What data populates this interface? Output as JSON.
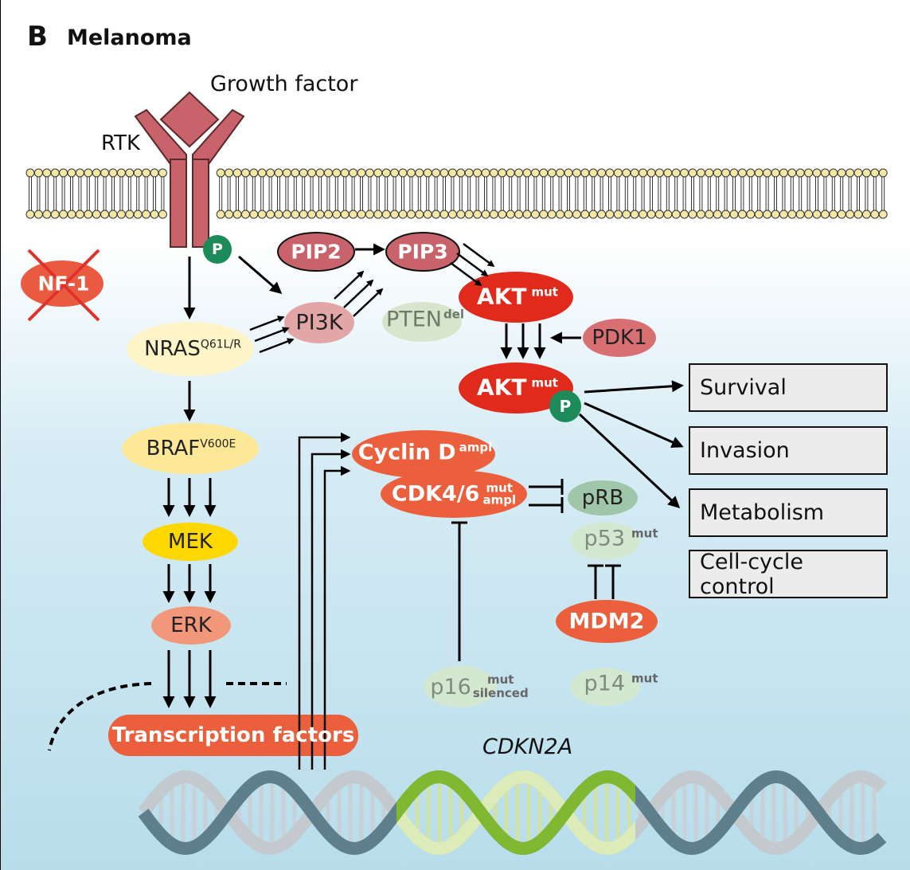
{
  "panel": {
    "letter": "B",
    "title": "Melanoma"
  },
  "membrane": {
    "ligand_label": "Growth factor",
    "receptor_label": "RTK"
  },
  "nodes": {
    "p_rtk": "P",
    "nf1": "NF-1",
    "pip2": "PIP2",
    "pip3": "PIP3",
    "akt1": {
      "name": "AKT",
      "sup": "mut"
    },
    "pi3k": "PI3K",
    "pten": {
      "name": "PTEN",
      "sup": "del"
    },
    "pdk1": "PDK1",
    "nras": {
      "name": "NRAS",
      "sup": "Q61L/R"
    },
    "akt2": {
      "name": "AKT",
      "sup": "mut"
    },
    "p_akt": "P",
    "braf": {
      "name": "BRAF",
      "sup": "V600E"
    },
    "cyclin_d": {
      "name": "Cyclin D",
      "sup": "ampl"
    },
    "cdk": {
      "name": "CDK4/6",
      "sup": "mut",
      "sub": "ampl"
    },
    "prb": "pRB",
    "mek": "MEK",
    "p53": {
      "name": "p53",
      "sup": "mut"
    },
    "erk": "ERK",
    "mdm2": "MDM2",
    "p16": {
      "name": "p16",
      "sup": "mut",
      "sub": "silenced"
    },
    "p14": {
      "name": "p14",
      "sup": "mut"
    },
    "tf": "Transcription factors"
  },
  "outcomes": [
    "Survival",
    "Invasion",
    "Metabolism",
    "Cell-cycle control"
  ],
  "gene_label": "CDKN2A",
  "colors": {
    "receptor": "#c8636b",
    "pip": "#c8636b",
    "akt": "#e02a1c",
    "nf1": "#ea5a40",
    "pi3k": "#e3a6a6",
    "pten": "#d7e5cc",
    "pdk1": "#d86f72",
    "nras": "#fdf4c8",
    "braf": "#fde898",
    "mek": "#fcd800",
    "erk": "#f2977a",
    "cyclin": "#ec5f3d",
    "prb": "#9fc6a8",
    "p53": "#d3e7d1",
    "mdm2": "#ec5f3d",
    "phospho": "#1d8a5a",
    "lipid_head": "#f5e7a4",
    "dna_grey": "#5e7f8c",
    "dna_green": "#80b832"
  }
}
